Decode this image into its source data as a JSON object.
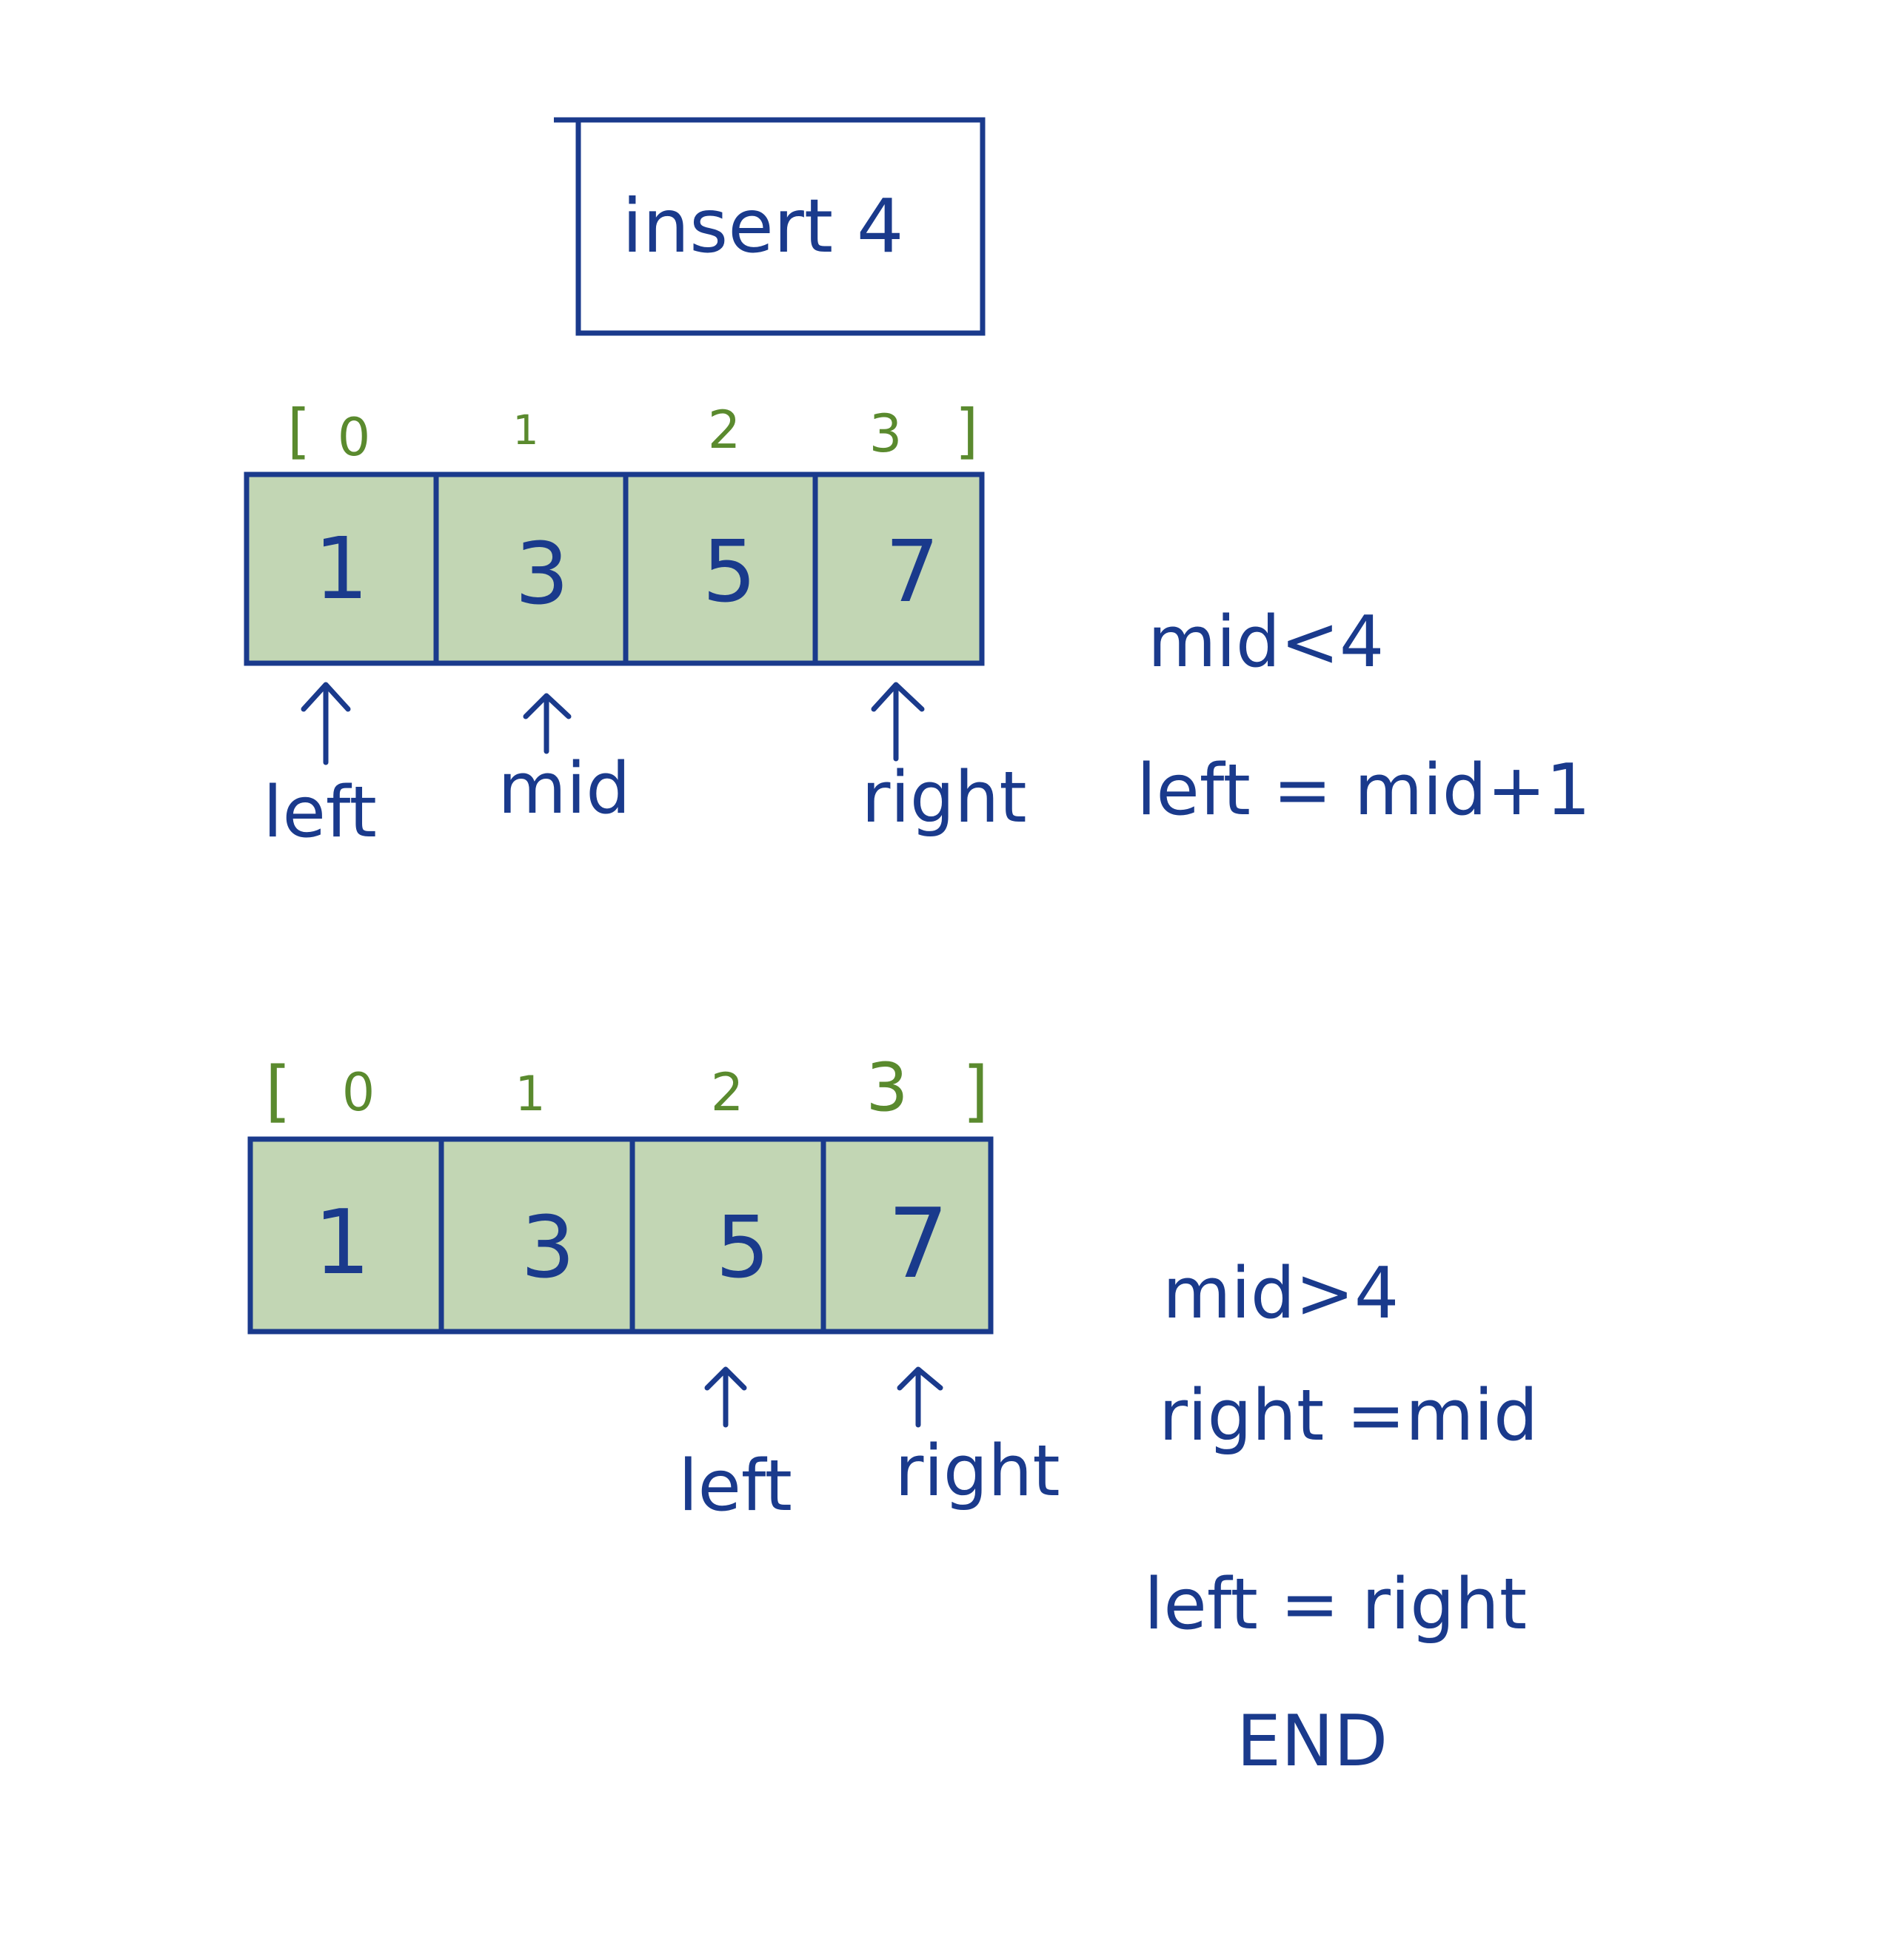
{
  "title": {
    "text": "insert 4"
  },
  "steps": [
    {
      "index_open": "[",
      "index_close": "]",
      "indices": [
        "0",
        "1",
        "2",
        "3"
      ],
      "cells": [
        "1",
        "3",
        "5",
        "7"
      ],
      "pointers": [
        {
          "label": "left",
          "cell": 0
        },
        {
          "label": "mid",
          "cell": 1
        },
        {
          "label": "right",
          "cell": 3
        }
      ],
      "notes": [
        "mid<4",
        "left = mid+1"
      ]
    },
    {
      "index_open": "[",
      "index_close": "]",
      "indices": [
        "0",
        "1",
        "2",
        "3"
      ],
      "cells": [
        "1",
        "3",
        "5",
        "7"
      ],
      "pointers": [
        {
          "label": "left",
          "cell": 2
        },
        {
          "label": "right",
          "cell": 3
        }
      ],
      "notes": [
        "mid>4",
        "right =mid",
        "left = right",
        "END"
      ]
    }
  ],
  "colors": {
    "ink": "#1a3a8c",
    "cell_fill": "#c2d6b4",
    "index_ink": "#5a8a2e"
  }
}
